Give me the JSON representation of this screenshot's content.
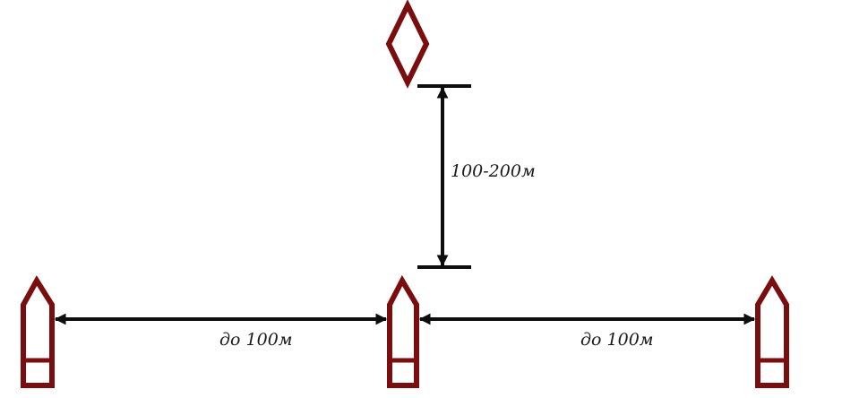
{
  "diagram": {
    "vertical_distance_label": "100-200м",
    "left_distance_label": "до 100м",
    "right_distance_label": "до 100м",
    "colors": {
      "marker": "#7a0e0e",
      "line": "#0d0d0d",
      "text": "#1a1a1a",
      "background": "#ffffff"
    },
    "icons": {
      "diamond": "diamond-marker-icon",
      "pencil": "pencil-marker-icon"
    }
  }
}
